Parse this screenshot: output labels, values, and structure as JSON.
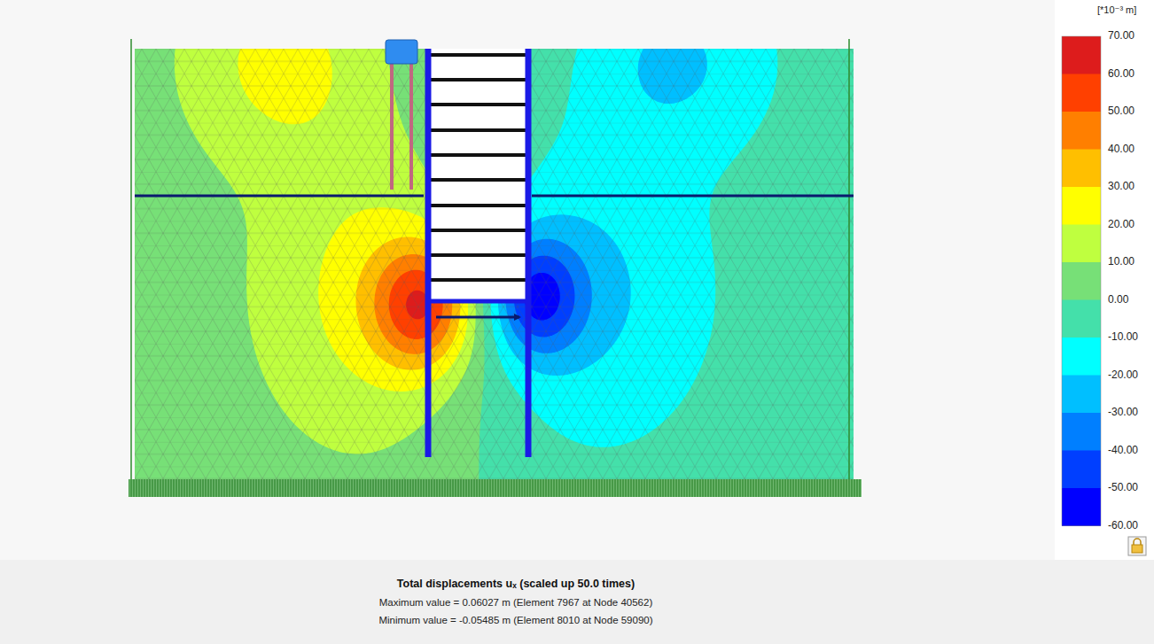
{
  "diagram": {
    "title": "Total displacements uₓ (scaled up 50.0 times)",
    "labels": [
      "[*10⁻³ m]",
      "-60.00",
      "Maximum value = 0.06027 m (Element 7967 at Node 40562)",
      "Minimum value = -0.05485 m (Element 8010 at Node 59090)"
    ],
    "legend": [
      {
        "text": "70.00",
        "color": "#dd1c1c"
      },
      {
        "text": "60.00",
        "color": "#ff4000"
      },
      {
        "text": "50.00",
        "color": "#ff7f00"
      },
      {
        "text": "40.00",
        "color": "#ffbf00"
      },
      {
        "text": "30.00",
        "color": "#ffff00"
      },
      {
        "text": "20.00",
        "color": "#bfff3f"
      },
      {
        "text": "10.00",
        "color": "#77e077"
      },
      {
        "text": "0.00",
        "color": "#44e0aa"
      },
      {
        "text": "-10.00",
        "color": "#00ffff"
      },
      {
        "text": "-20.00",
        "color": "#00bfff"
      },
      {
        "text": "-30.00",
        "color": "#007fff"
      },
      {
        "text": "-40.00",
        "color": "#003fff"
      },
      {
        "text": "-50.00",
        "color": "#0000ff"
      }
    ]
  }
}
